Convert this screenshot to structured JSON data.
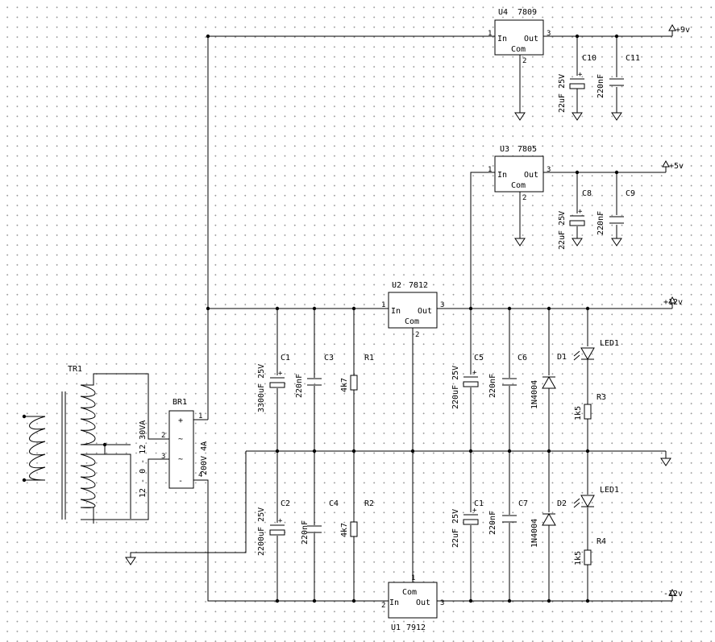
{
  "rails": {
    "p9": "+9v",
    "p5": "+5v",
    "p12": "+12v",
    "m12": "-12v"
  },
  "regulators": [
    {
      "ref": "U4",
      "part": "7809",
      "in": "In",
      "out": "Out",
      "com": "Com",
      "pin_in": "1",
      "pin_out": "3",
      "pin_com": "2"
    },
    {
      "ref": "U3",
      "part": "7805",
      "in": "In",
      "out": "Out",
      "com": "Com",
      "pin_in": "1",
      "pin_out": "3",
      "pin_com": "2"
    },
    {
      "ref": "U2",
      "part": "7812",
      "in": "In",
      "out": "Out",
      "com": "Com",
      "pin_in": "1",
      "pin_out": "3",
      "pin_com": "2"
    },
    {
      "ref": "U1",
      "part": "7912",
      "in": "In",
      "out": "Out",
      "com": "Com",
      "pin_in": "2",
      "pin_out": "3",
      "pin_com": "1"
    }
  ],
  "transformer": {
    "ref": "TR1",
    "rating": "12 - 0 - 12  30VA"
  },
  "bridge": {
    "ref": "BR1",
    "rating": "200V 4A",
    "plus": "+",
    "minus": "-",
    "ac": "~",
    "pins": [
      "1",
      "2",
      "3",
      "4"
    ]
  },
  "capacitors": [
    {
      "ref": "C10",
      "value": "22uF 25V"
    },
    {
      "ref": "C11",
      "value": "220nF"
    },
    {
      "ref": "C8",
      "value": "22uF 25V"
    },
    {
      "ref": "C9",
      "value": "220nF"
    },
    {
      "ref": "C1",
      "value": "3300uF 25V"
    },
    {
      "ref": "C3",
      "value": "220nF"
    },
    {
      "ref": "C5",
      "value": "220uF 25V"
    },
    {
      "ref": "C6",
      "value": "220nF"
    },
    {
      "ref": "C2",
      "value": "2200uF 25V"
    },
    {
      "ref": "C4",
      "value": "220nF"
    },
    {
      "ref": "C1",
      "value": "22uF 25V"
    },
    {
      "ref": "C7",
      "value": "220nF"
    }
  ],
  "resistors": [
    {
      "ref": "R1",
      "value": "4k7"
    },
    {
      "ref": "R2",
      "value": "4k7"
    },
    {
      "ref": "R3",
      "value": "1k5"
    },
    {
      "ref": "R4",
      "value": "1k5"
    }
  ],
  "diodes": [
    {
      "ref": "D1",
      "value": "1N4004"
    },
    {
      "ref": "D2",
      "value": "1N4004"
    }
  ],
  "leds": [
    {
      "ref": "LED1"
    },
    {
      "ref": "LED1"
    }
  ],
  "cap_plus": "+"
}
